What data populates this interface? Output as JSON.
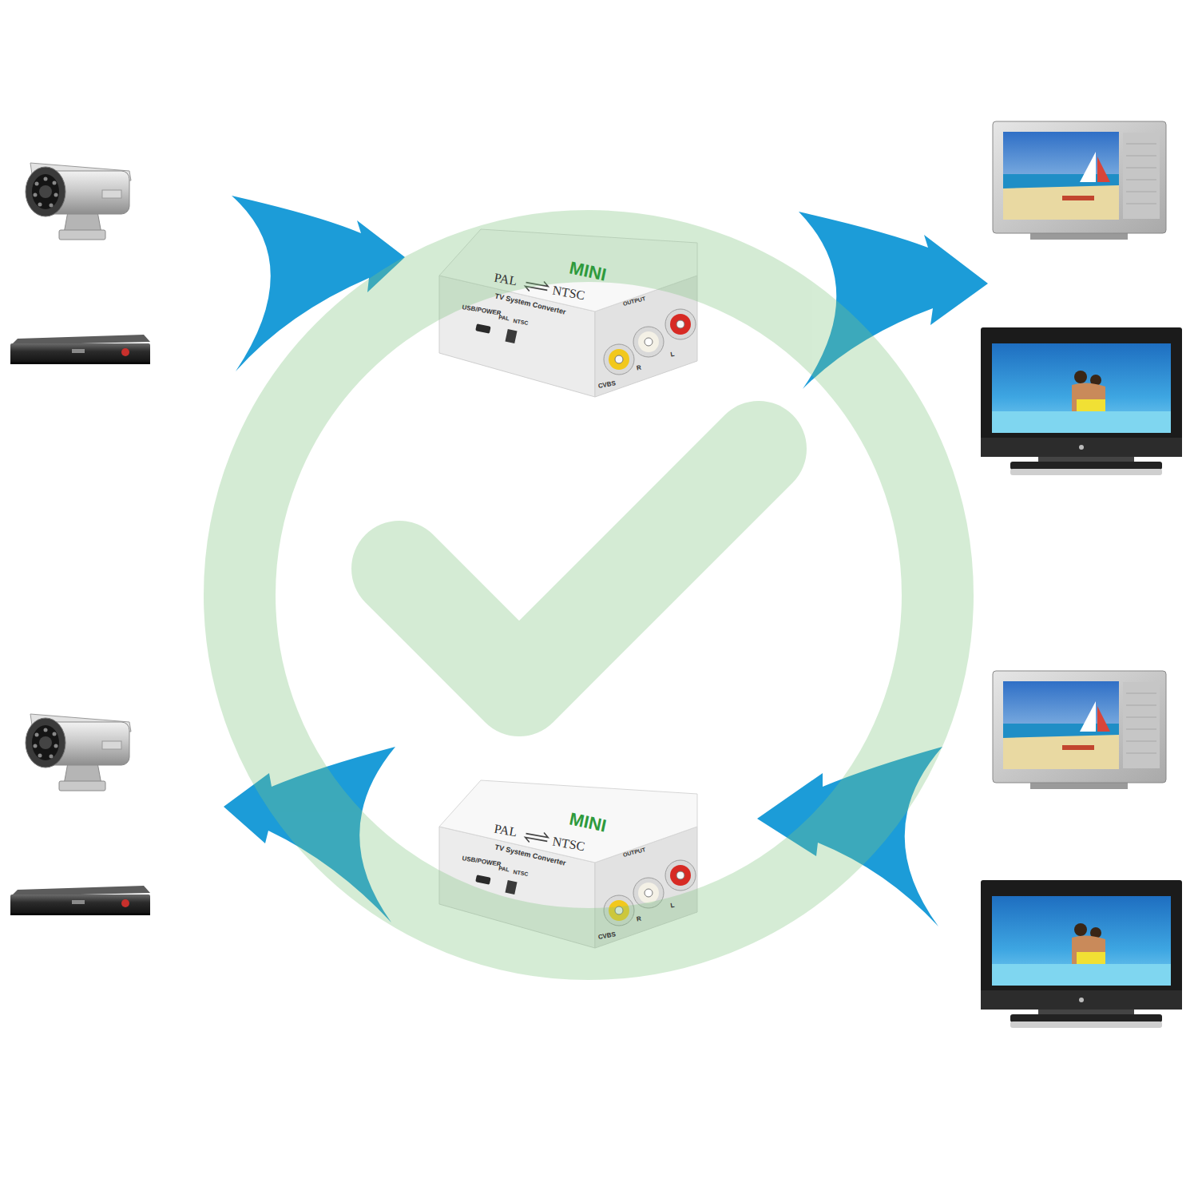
{
  "diagram": {
    "labels": [
      "MINI",
      "PAL",
      "NTSC",
      "TV System Converter",
      "USB/POWER",
      "PAL",
      "NTSC",
      "OUTPUT",
      "CVBS",
      "R",
      "L",
      "MINI",
      "PAL",
      "NTSC",
      "TV System Converter",
      "USB/POWER",
      "PAL",
      "NTSC",
      "OUTPUT",
      "CVBS",
      "R",
      "L"
    ]
  }
}
